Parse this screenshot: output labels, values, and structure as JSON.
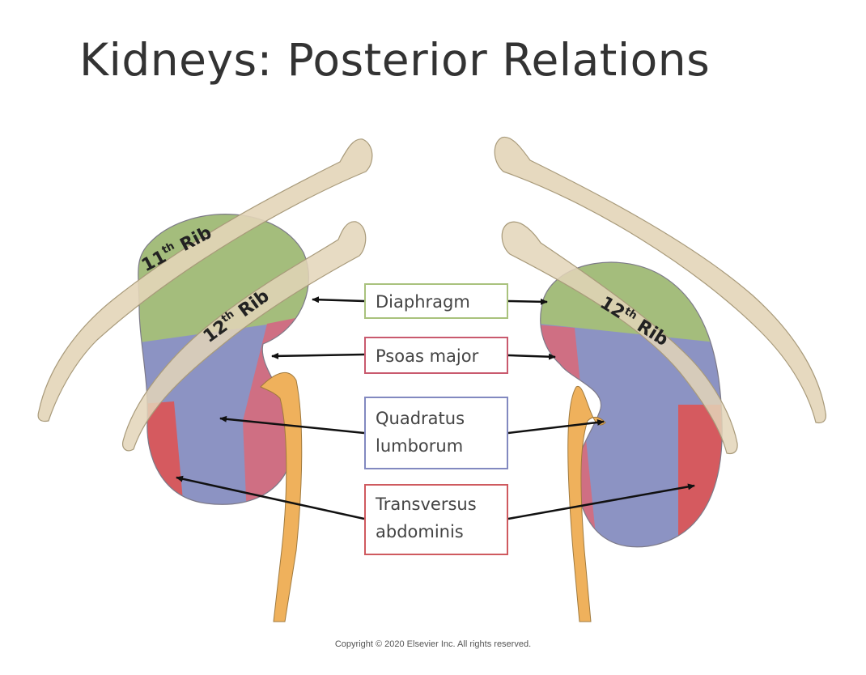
{
  "title": "Kidneys: Posterior Relations",
  "labels": {
    "diaphragm": "Diaphragm",
    "psoas": "Psoas major",
    "quadratus_line1": "Quadratus",
    "quadratus_line2": "lumborum",
    "transversus_line1": "Transversus",
    "transversus_line2": "abdominis"
  },
  "ribs": {
    "left_11_base": "11",
    "left_11_sup": "th",
    "left_11_word": " Rib",
    "left_12_base": "12",
    "left_12_sup": "th",
    "left_12_word": " Rib",
    "right_12_base": "12",
    "right_12_sup": "th",
    "right_12_word": " Rib"
  },
  "copyright": "Copyright © 2020 Elsevier Inc. All rights reserved.",
  "colors": {
    "diaphragm": "#a4bd7c",
    "psoas": "#cf6f83",
    "quadratus": "#8c93c3",
    "transversus": "#d55a5f",
    "bone": "#e3d5b8",
    "ureter": "#efb15c"
  }
}
